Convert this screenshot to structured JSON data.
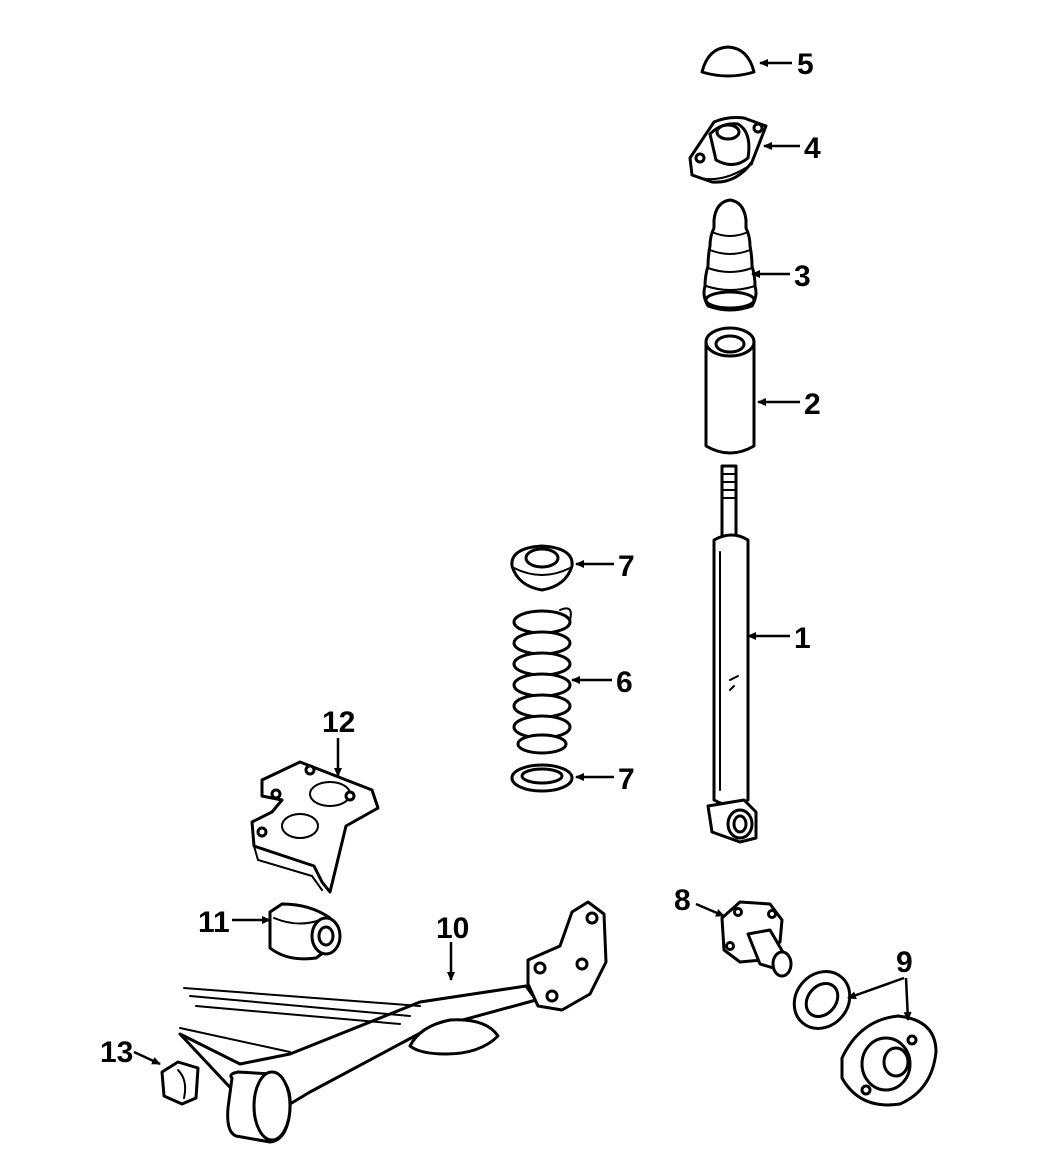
{
  "callouts": {
    "c1": "1",
    "c2": "2",
    "c3": "3",
    "c4": "4",
    "c5": "5",
    "c6": "6",
    "c7a": "7",
    "c7b": "7",
    "c8": "8",
    "c9": "9",
    "c10": "10",
    "c11": "11",
    "c12": "12",
    "c13": "13"
  },
  "parts": {
    "p1": "shock-absorber",
    "p2": "dust-boot",
    "p3": "bump-stop",
    "p4": "upper-mount",
    "p5": "cap",
    "p6": "coil-spring",
    "p7": "spring-seat-insulator",
    "p8": "spindle",
    "p9": "hub-and-bearing",
    "p10": "axle-beam",
    "p11": "bushing",
    "p12": "mount-bracket",
    "p13": "clamp"
  }
}
